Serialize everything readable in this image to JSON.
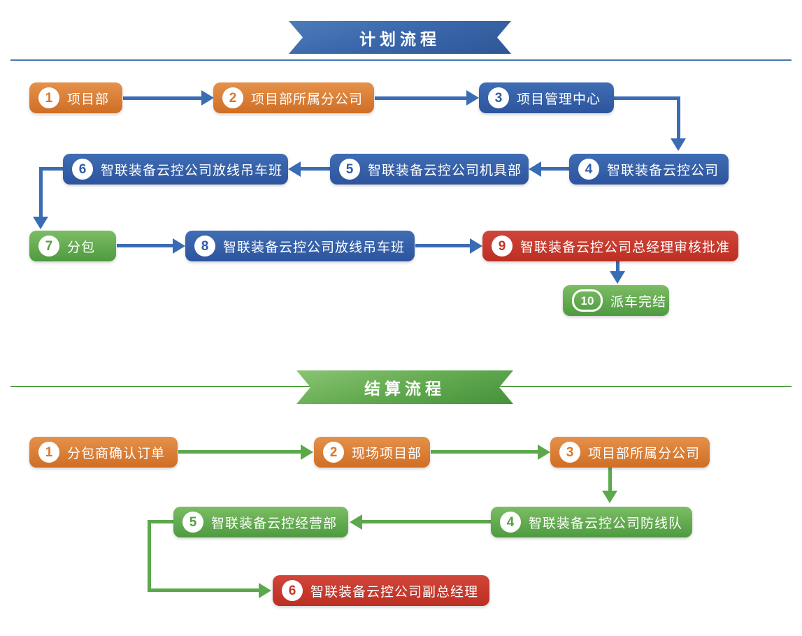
{
  "colors": {
    "orange_node": "#d9772b",
    "blue_node": "#315ca8",
    "green_node": "#55a046",
    "red_node": "#c5362a",
    "blue_arrow": "#3a6cb4",
    "green_arrow": "#5ca84d"
  },
  "sections": [
    {
      "title": "计划流程",
      "nodes": [
        {
          "num": "1",
          "label": "项目部"
        },
        {
          "num": "2",
          "label": "项目部所属分公司"
        },
        {
          "num": "3",
          "label": "项目管理中心"
        },
        {
          "num": "4",
          "label": "智联装备云控公司"
        },
        {
          "num": "5",
          "label": "智联装备云控公司机具部"
        },
        {
          "num": "6",
          "label": "智联装备云控公司放线吊车班"
        },
        {
          "num": "7",
          "label": "分包"
        },
        {
          "num": "8",
          "label": "智联装备云控公司放线吊车班"
        },
        {
          "num": "9",
          "label": "智联装备云控公司总经理审核批准"
        },
        {
          "num": "10",
          "label": "派车完结"
        }
      ]
    },
    {
      "title": "结算流程",
      "nodes": [
        {
          "num": "1",
          "label": "分包商确认订单"
        },
        {
          "num": "2",
          "label": "现场项目部"
        },
        {
          "num": "3",
          "label": "项目部所属分公司"
        },
        {
          "num": "4",
          "label": "智联装备云控公司防线队"
        },
        {
          "num": "5",
          "label": "智联装备云控经营部"
        },
        {
          "num": "6",
          "label": "智联装备云控公司副总经理"
        }
      ]
    }
  ]
}
